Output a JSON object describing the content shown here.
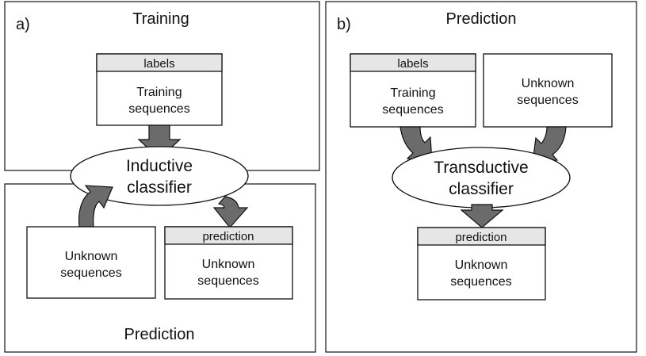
{
  "panel_a": {
    "label": "a)",
    "training_title": "Training",
    "prediction_title": "Prediction",
    "training_box": {
      "header": "labels",
      "line1": "Training",
      "line2": "sequences"
    },
    "classifier": {
      "line1": "Inductive",
      "line2": "classifier"
    },
    "unknown_box": {
      "line1": "Unknown",
      "line2": "sequences"
    },
    "prediction_box": {
      "header": "prediction",
      "line1": "Unknown",
      "line2": "sequences"
    }
  },
  "panel_b": {
    "label": "b)",
    "title": "Prediction",
    "training_box": {
      "header": "labels",
      "line1": "Training",
      "line2": "sequences"
    },
    "unknown_box": {
      "line1": "Unknown",
      "line2": "sequences"
    },
    "classifier": {
      "line1": "Transductive",
      "line2": "classifier"
    },
    "prediction_box": {
      "header": "prediction",
      "line1": "Unknown",
      "line2": "sequences"
    }
  },
  "colors": {
    "stroke": "#111111",
    "header_fill": "#e6e6e6",
    "arrow_fill": "#6b6b6b",
    "background": "#ffffff"
  }
}
